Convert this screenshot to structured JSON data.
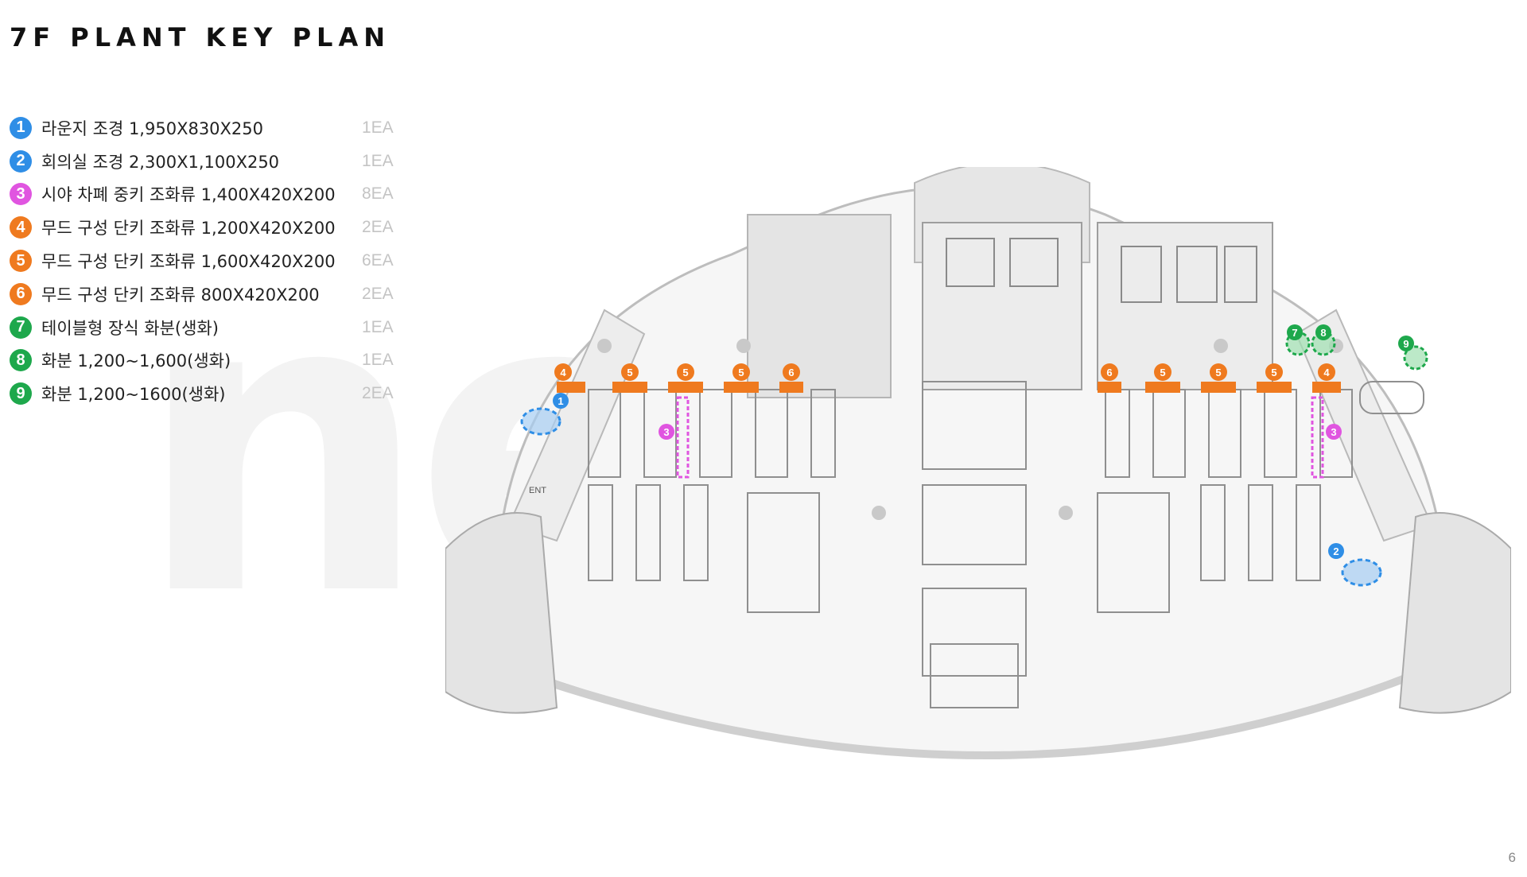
{
  "title": "7F PLANT KEY PLAN",
  "page_number": "6",
  "colors": {
    "blue": "#2f8ee6",
    "magenta": "#e055e0",
    "orange": "#ef7a1f",
    "green": "#1ea84c",
    "wall": "#b9b9b9",
    "furniture": "#8f8f8f",
    "floor": "#e9e9e9"
  },
  "legend": [
    {
      "num": "1",
      "color": "#2f8ee6",
      "label": "라운지 조경 1,950X830X250",
      "qty": "1EA"
    },
    {
      "num": "2",
      "color": "#2f8ee6",
      "label": "회의실 조경 2,300X1,100X250",
      "qty": "1EA"
    },
    {
      "num": "3",
      "color": "#e055e0",
      "label": "시야 차폐 중키 조화류 1,400X420X200",
      "qty": "8EA"
    },
    {
      "num": "4",
      "color": "#ef7a1f",
      "label": "무드 구성 단키 조화류 1,200X420X200",
      "qty": "2EA"
    },
    {
      "num": "5",
      "color": "#ef7a1f",
      "label": "무드 구성 단키 조화류 1,600X420X200",
      "qty": "6EA"
    },
    {
      "num": "6",
      "color": "#ef7a1f",
      "label": "무드 구성 단키 조화류 800X420X200",
      "qty": "2EA"
    },
    {
      "num": "7",
      "color": "#1ea84c",
      "label": "테이블형 장식 화분(생화)",
      "qty": "1EA"
    },
    {
      "num": "8",
      "color": "#1ea84c",
      "label": "화분 1,200~1,600(생화)",
      "qty": "1EA"
    },
    {
      "num": "9",
      "color": "#1ea84c",
      "label": "화분 1,200~1600(생화)",
      "qty": "2EA"
    }
  ],
  "plan": {
    "entrance_label": "ENT",
    "markers": {
      "orange_left": [
        "4",
        "5",
        "5",
        "5",
        "6"
      ],
      "orange_right": [
        "6",
        "5",
        "5",
        "5",
        "4"
      ],
      "magenta_left": "3",
      "magenta_right": "3",
      "lounge": "1",
      "meeting": "2",
      "green_a": "7",
      "green_b": "8",
      "green_c": "9"
    }
  }
}
